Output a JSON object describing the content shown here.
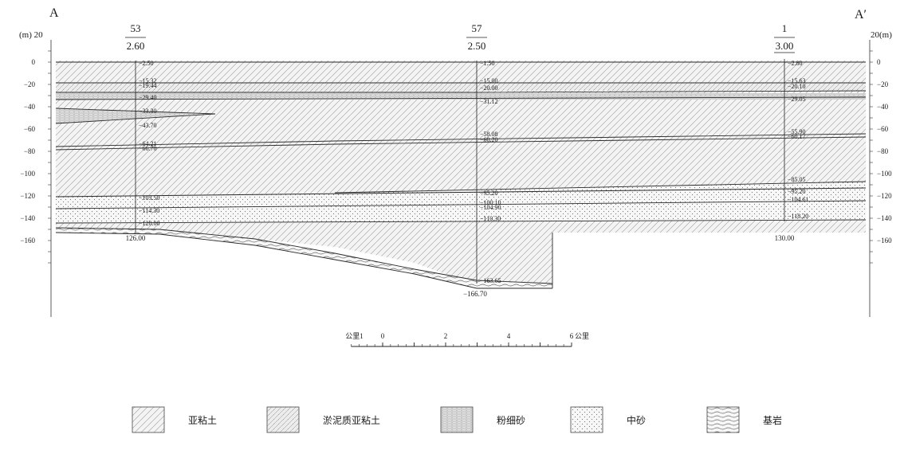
{
  "section": {
    "start": "A",
    "end": "A′"
  },
  "axis": {
    "unit_left": "(m) 20",
    "unit_right": "20(m)",
    "ticks": [
      "0",
      "−20",
      "−40",
      "−60",
      "−80",
      "−100",
      "−120",
      "−140",
      "−160"
    ]
  },
  "boreholes": [
    {
      "id": "53",
      "elevation": "2.60",
      "bottom_depth": "126.00",
      "layer_labels": [
        "−2.50",
        "−15.32",
        "−19.44",
        "−29.40",
        "−33.30",
        "−43.70",
        "−64.21",
        "−66.70",
        "−103.50",
        "−114.30",
        "−120.00"
      ]
    },
    {
      "id": "57",
      "elevation": "2.50",
      "bottom_depth": "−166.70",
      "layer_labels": [
        "−1.50",
        "−15.00",
        "−20.00",
        "−31.12",
        "−58.08",
        "−60.20",
        "−95.20",
        "−100.10",
        "−104.90",
        "−110.30",
        "−163.65"
      ]
    },
    {
      "id": "1",
      "elevation": "3.00",
      "bottom_depth": "130.00",
      "layer_labels": [
        "−2.80",
        "−15.63",
        "−20.10",
        "−29.05",
        "−55.90",
        "−60.17",
        "−85.05",
        "−95.20",
        "−104.61",
        "−118.20"
      ]
    }
  ],
  "scale_bar": {
    "label_left": "公里1",
    "ticks": [
      "0",
      "2",
      "4",
      "6"
    ],
    "label_right": "公里"
  },
  "legend": [
    {
      "key": "clay",
      "label": "亚粘土"
    },
    {
      "key": "silty_clay",
      "label": "淤泥质亚粘土"
    },
    {
      "key": "fine_sand",
      "label": "粉细砂"
    },
    {
      "key": "medium_sand",
      "label": "中砂"
    },
    {
      "key": "bedrock",
      "label": "基岩"
    }
  ]
}
